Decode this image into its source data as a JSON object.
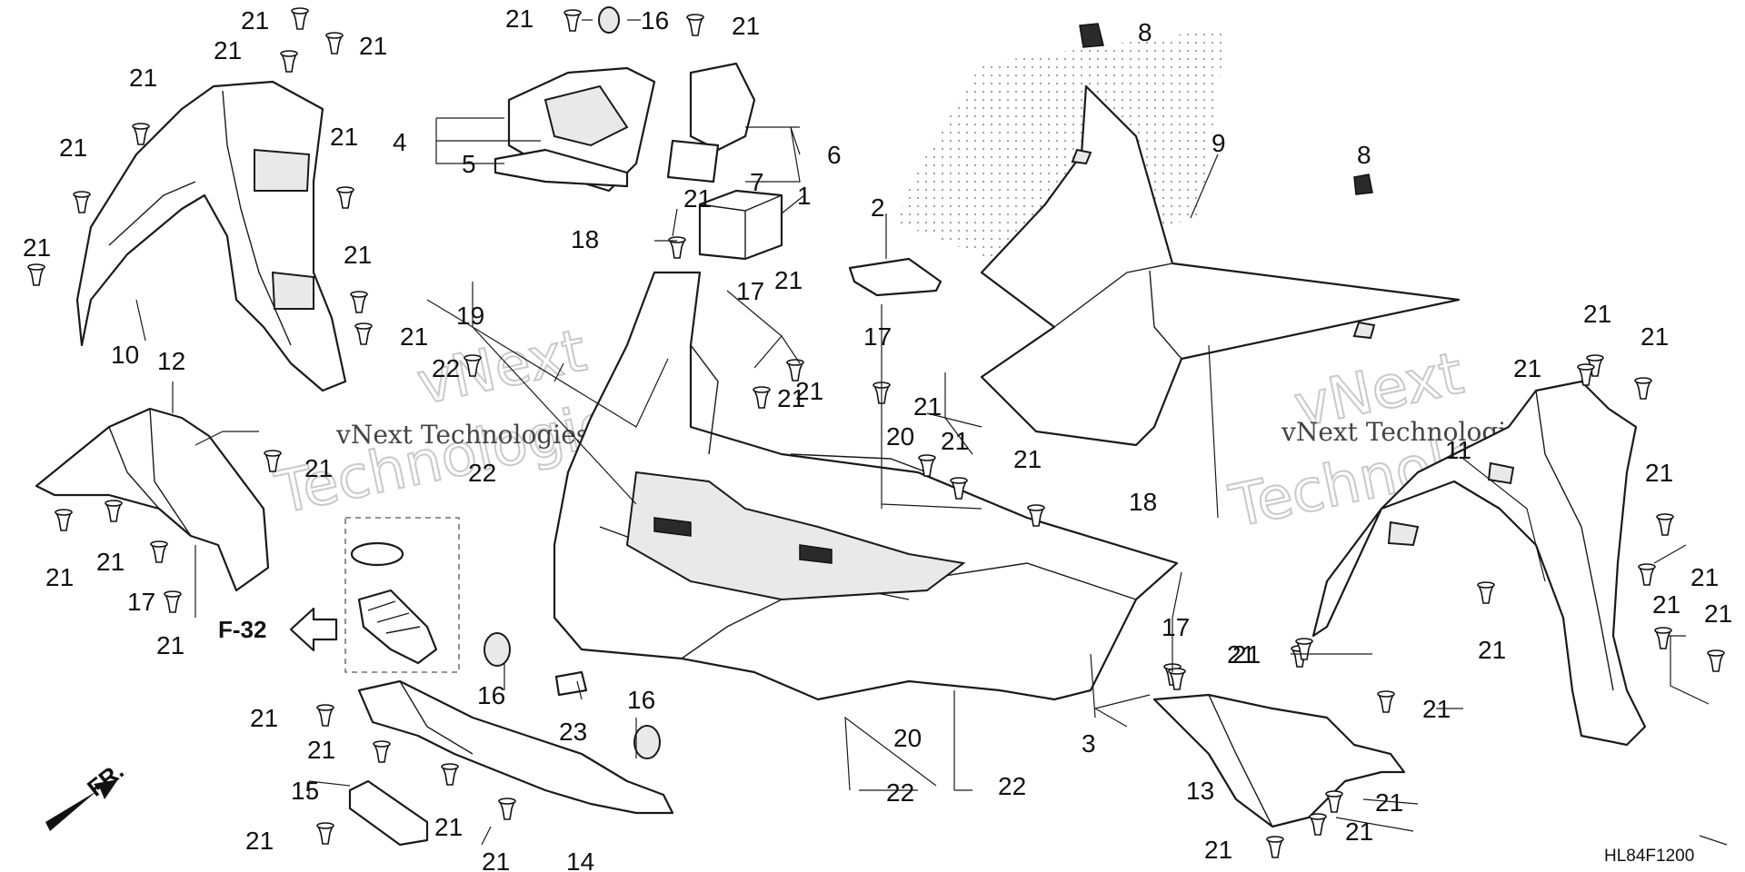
{
  "diagram": {
    "code": "HL84F1200",
    "section_ref": "F-32",
    "front_marker": "FR.",
    "watermark": {
      "line1": "vNext Technologies",
      "big1": "vNext",
      "big2": "Technologies"
    },
    "callouts": [
      {
        "id": "c-1",
        "label": "1"
      },
      {
        "id": "c-2",
        "label": "2"
      },
      {
        "id": "c-3",
        "label": "3"
      },
      {
        "id": "c-4",
        "label": "4"
      },
      {
        "id": "c-5",
        "label": "5"
      },
      {
        "id": "c-6",
        "label": "6"
      },
      {
        "id": "c-7",
        "label": "7"
      },
      {
        "id": "c-8a",
        "label": "8"
      },
      {
        "id": "c-8b",
        "label": "8"
      },
      {
        "id": "c-9",
        "label": "9"
      },
      {
        "id": "c-10",
        "label": "10"
      },
      {
        "id": "c-11",
        "label": "11"
      },
      {
        "id": "c-12",
        "label": "12"
      },
      {
        "id": "c-13",
        "label": "13"
      },
      {
        "id": "c-14",
        "label": "14"
      },
      {
        "id": "c-15",
        "label": "15"
      },
      {
        "id": "c-16a",
        "label": "16"
      },
      {
        "id": "c-16b",
        "label": "16"
      },
      {
        "id": "c-16c",
        "label": "16"
      },
      {
        "id": "c-17a",
        "label": "17"
      },
      {
        "id": "c-17b",
        "label": "17"
      },
      {
        "id": "c-17c",
        "label": "17"
      },
      {
        "id": "c-17d",
        "label": "17"
      },
      {
        "id": "c-18a",
        "label": "18"
      },
      {
        "id": "c-18b",
        "label": "18"
      },
      {
        "id": "c-19",
        "label": "19"
      },
      {
        "id": "c-20a",
        "label": "20"
      },
      {
        "id": "c-20b",
        "label": "20"
      },
      {
        "id": "c-21",
        "label": "21"
      },
      {
        "id": "c-22a",
        "label": "22"
      },
      {
        "id": "c-22b",
        "label": "22"
      },
      {
        "id": "c-22c",
        "label": "22"
      },
      {
        "id": "c-22d",
        "label": "22"
      },
      {
        "id": "c-23",
        "label": "23"
      }
    ]
  }
}
